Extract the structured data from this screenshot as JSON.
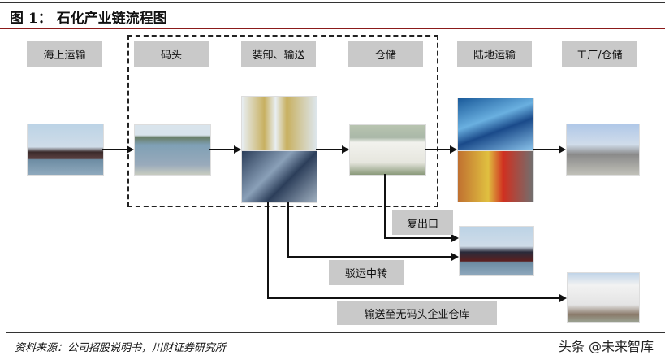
{
  "title": "图 1：  石化产业链流程图",
  "stages": [
    "海上运输",
    "码头",
    "装卸、输送",
    "仓储",
    "陆地运输",
    "工厂/仓储"
  ],
  "branches": [
    "复出口",
    "驳运中转",
    "输送至无码头企业仓库"
  ],
  "images": [
    "ship",
    "dock",
    "loading-arms",
    "pipelines",
    "storage-tanks",
    "land-pipeline",
    "tanker-trucks",
    "factory",
    "ship",
    "warehouse-tanks"
  ],
  "source": "资料来源：公司招股说明书，川财证券研究所",
  "watermark": "头条 @未来智库"
}
